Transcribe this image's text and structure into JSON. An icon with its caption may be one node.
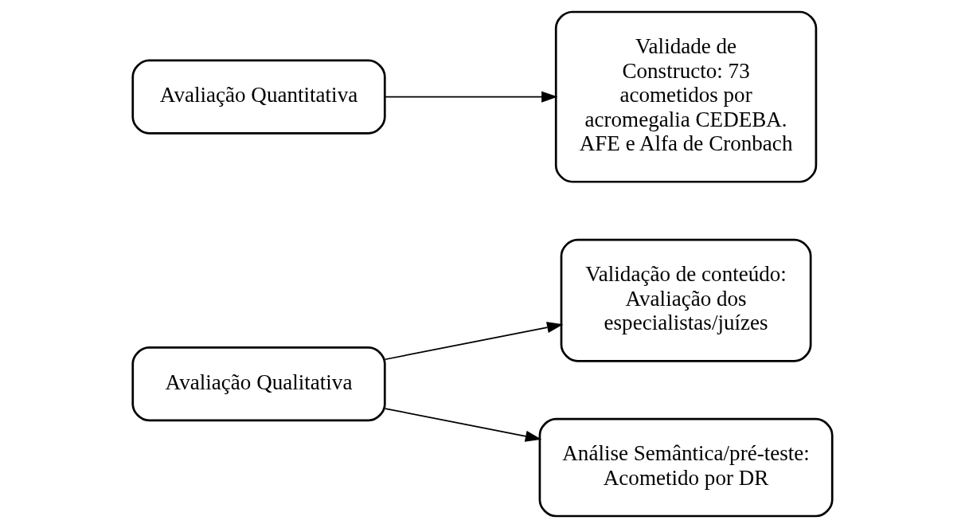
{
  "diagram": {
    "nodes": [
      {
        "text": [
          "Avaliação Qualitativa"
        ]
      },
      {
        "text": [
          "Validação de conteúdo: Avaliação dos especialistas/juízes"
        ]
      },
      {
        "text": [
          "Análise Semântica/pré-teste: Acometido por DR"
        ]
      },
      {
        "text": [
          "Avaliação Quantitativa"
        ]
      },
      {
        "text": [
          "Validade de Constructo: 73 acometidos por acromegalia CEDEBA. AFE e Alfa de Cronbach"
        ]
      }
    ],
    "edges": [
      {
        "from": 0,
        "to": 1,
        "arrow": "to"
      },
      {
        "from": 0,
        "to": 2,
        "arrow": "to"
      },
      {
        "from": 3,
        "to": 4,
        "arrow": "to"
      }
    ]
  }
}
